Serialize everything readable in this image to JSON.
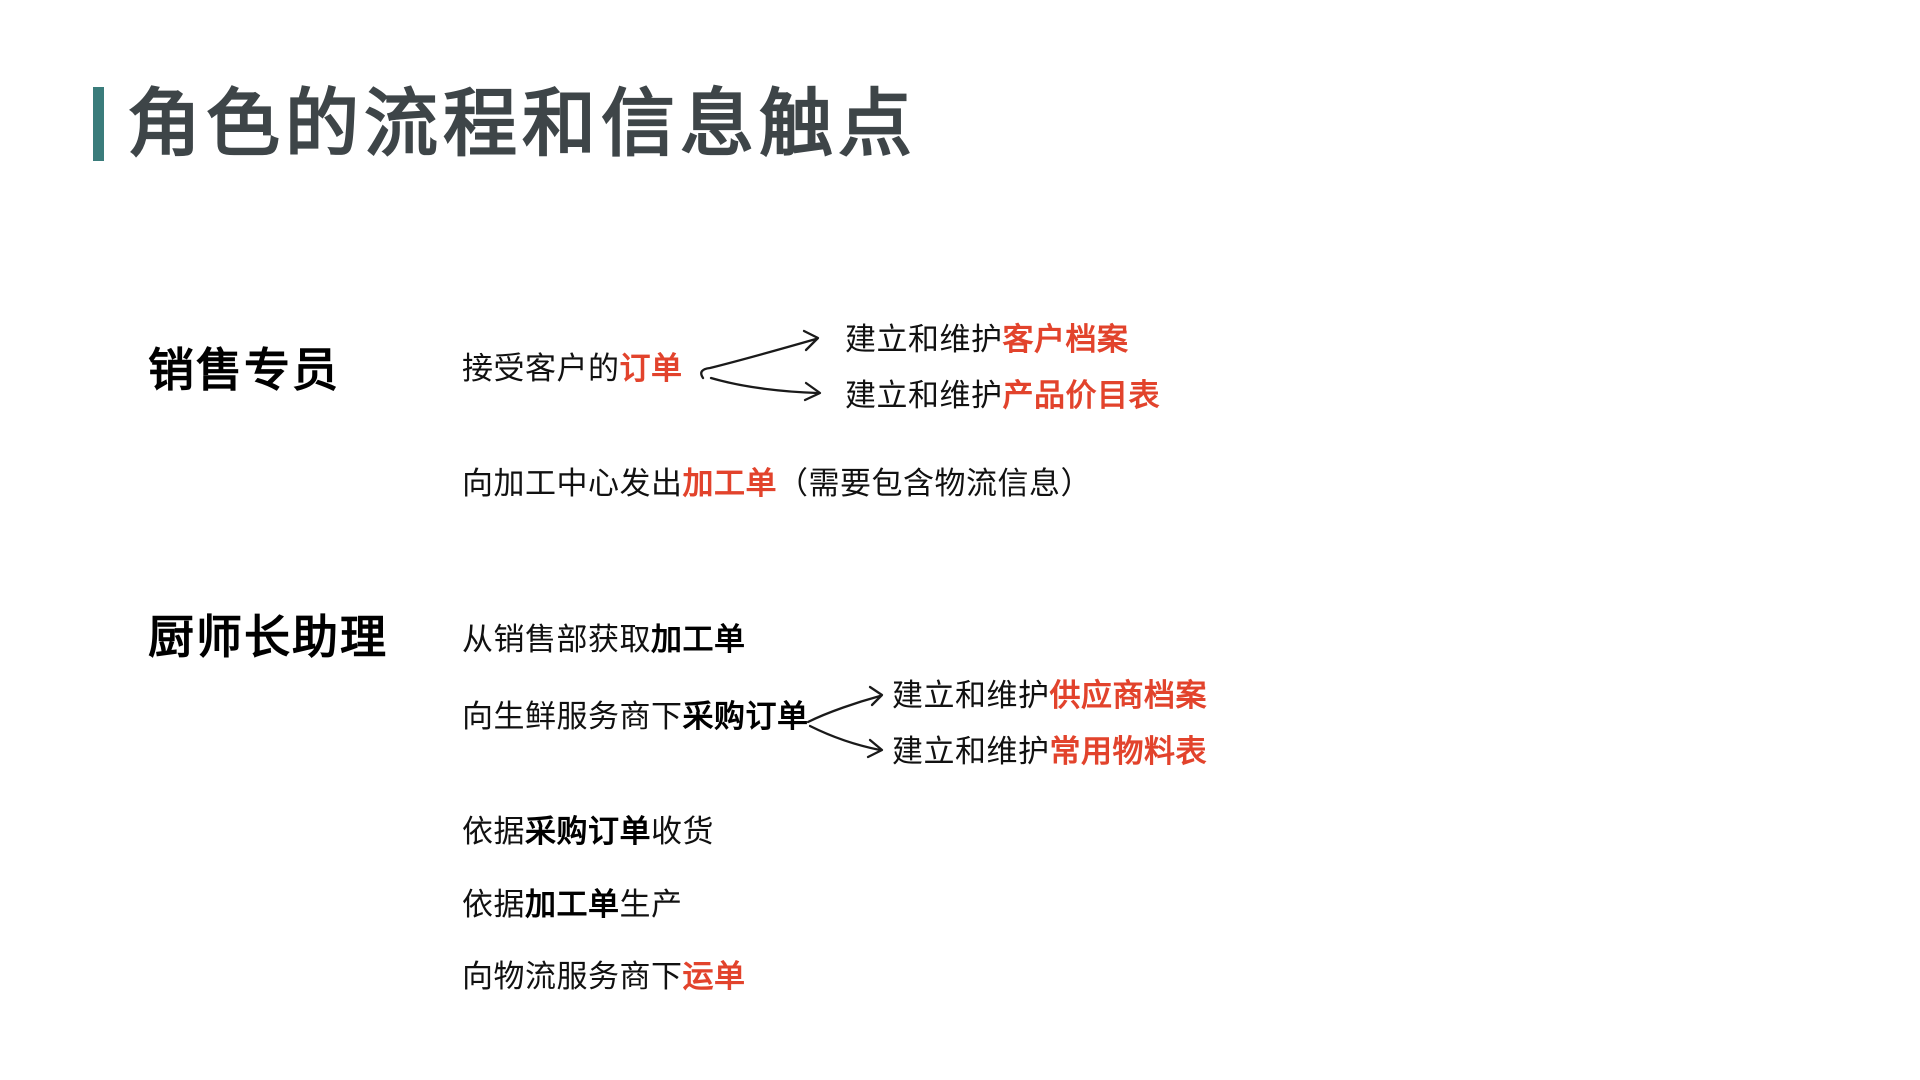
{
  "title": {
    "text": "角色的流程和信息触点"
  },
  "colors": {
    "accent_teal": "#3A7C7B",
    "title_dark": "#3E4548",
    "highlight_red": "#E2432C",
    "body_black": "#111111",
    "background": "#FFFFFF"
  },
  "icons": {
    "fork_arrow_1": "hand-drawn-fork-arrow",
    "fork_arrow_2": "hand-drawn-fork-arrow"
  },
  "sections": [
    {
      "role": "销售专员",
      "rows": [
        {
          "segments": [
            {
              "text": "接受客户的",
              "style": "normal"
            },
            {
              "text": "订单",
              "style": "red"
            }
          ]
        },
        {
          "segments": [
            {
              "text": "向加工中心发出",
              "style": "normal"
            },
            {
              "text": "加工单",
              "style": "red"
            },
            {
              "text": "（需要包含物流信息）",
              "style": "normal"
            }
          ]
        }
      ],
      "branches": [
        {
          "segments": [
            {
              "text": "建立和维护",
              "style": "normal"
            },
            {
              "text": "客户档案",
              "style": "red"
            }
          ]
        },
        {
          "segments": [
            {
              "text": "建立和维护",
              "style": "normal"
            },
            {
              "text": "产品价目表",
              "style": "red"
            }
          ]
        }
      ]
    },
    {
      "role": "厨师长助理",
      "rows": [
        {
          "segments": [
            {
              "text": "从销售部获取",
              "style": "normal"
            },
            {
              "text": "加工单",
              "style": "bold"
            }
          ]
        },
        {
          "segments": [
            {
              "text": "向生鲜服务商下",
              "style": "normal"
            },
            {
              "text": "采购订单",
              "style": "bold"
            }
          ]
        },
        {
          "segments": [
            {
              "text": "依据",
              "style": "normal"
            },
            {
              "text": "采购订单",
              "style": "bold"
            },
            {
              "text": "收货",
              "style": "normal"
            }
          ]
        },
        {
          "segments": [
            {
              "text": "依据",
              "style": "normal"
            },
            {
              "text": "加工单",
              "style": "bold"
            },
            {
              "text": "生产",
              "style": "normal"
            }
          ]
        },
        {
          "segments": [
            {
              "text": "向物流服务商下",
              "style": "normal"
            },
            {
              "text": "运单",
              "style": "red"
            }
          ]
        }
      ],
      "branches": [
        {
          "segments": [
            {
              "text": "建立和维护",
              "style": "normal"
            },
            {
              "text": "供应商档案",
              "style": "red"
            }
          ]
        },
        {
          "segments": [
            {
              "text": "建立和维护",
              "style": "normal"
            },
            {
              "text": "常用物料表",
              "style": "red"
            }
          ]
        }
      ]
    }
  ]
}
